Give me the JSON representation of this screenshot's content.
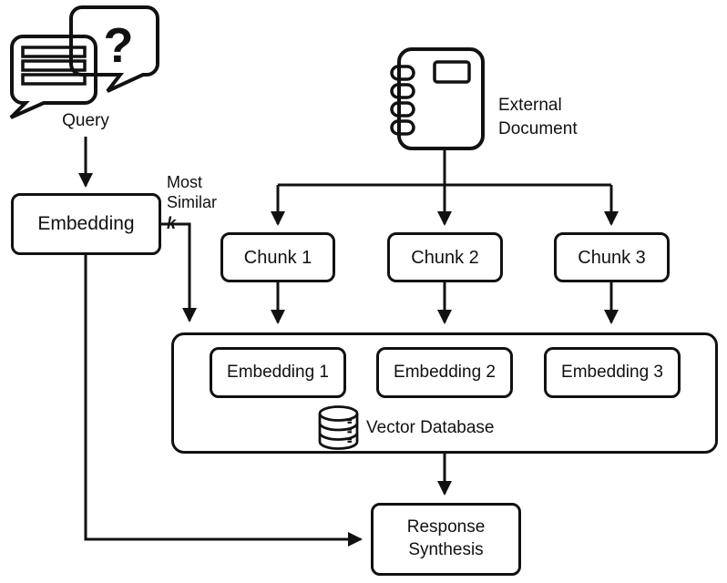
{
  "palette": {
    "stroke": "#111111",
    "background": "#ffffff"
  },
  "nodes": {
    "query": {
      "label": "Query",
      "question_mark": "?"
    },
    "embedding": {
      "label": "Embedding"
    },
    "most_similar": {
      "label": "Most\nSimilar",
      "k": "k"
    },
    "external_document": {
      "label": "External\nDocument"
    },
    "chunks": [
      {
        "label": "Chunk 1"
      },
      {
        "label": "Chunk 2"
      },
      {
        "label": "Chunk 3"
      }
    ],
    "vector_database": {
      "label": "Vector Database",
      "embeddings": [
        {
          "label": "Embedding 1"
        },
        {
          "label": "Embedding 2"
        },
        {
          "label": "Embedding 3"
        }
      ]
    },
    "response_synthesis": {
      "label": "Response\nSynthesis"
    }
  },
  "icons": {
    "query": "overlapping-speech-bubbles-with-text-lines-and-question-mark",
    "external_document": "spiral-notebook",
    "vector_database": "database-cylinder"
  }
}
